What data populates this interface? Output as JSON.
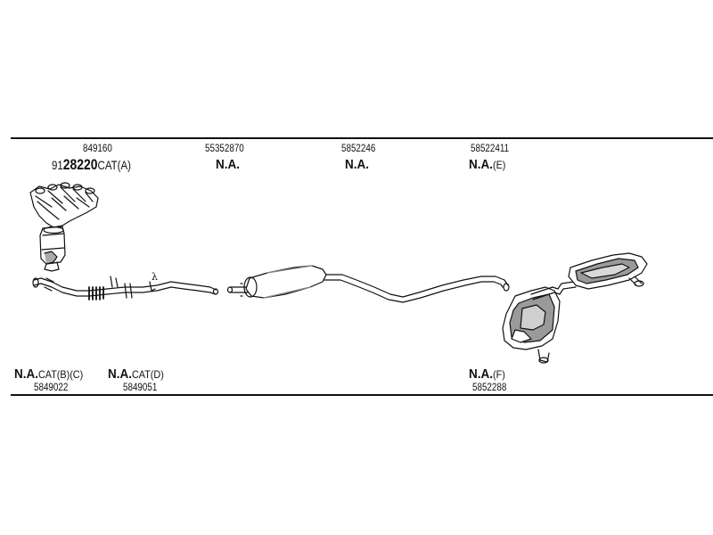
{
  "parts": {
    "manifold": {
      "part_no": "849160",
      "prefix": "91",
      "ref_bold": "28220",
      "ref_suffix": "CAT(A)"
    },
    "front_pipe": {
      "part_no": "55352870",
      "ref_bold": "N.A."
    },
    "middle_silencer": {
      "part_no": "5852246",
      "ref_bold": "N.A."
    },
    "tail_pipe": {
      "part_no": "58522411",
      "ref_bold": "N.A.",
      "ref_suffix": "(E)"
    },
    "cat_b_c": {
      "ref_bold": "N.A.",
      "ref_suffix": "CAT(B)(C)",
      "part_no": "5849022"
    },
    "cat_d": {
      "ref_bold": "N.A.",
      "ref_suffix": "CAT(D)",
      "part_no": "5849051"
    },
    "rear_silencer": {
      "ref_bold": "N.A.",
      "ref_suffix": "(F)",
      "part_no": "5852288"
    }
  },
  "annotations": {
    "lambda_symbol": "λ"
  },
  "colors": {
    "line": "#111111",
    "fill": "#ffffff",
    "shade": "#9a9a9a"
  }
}
